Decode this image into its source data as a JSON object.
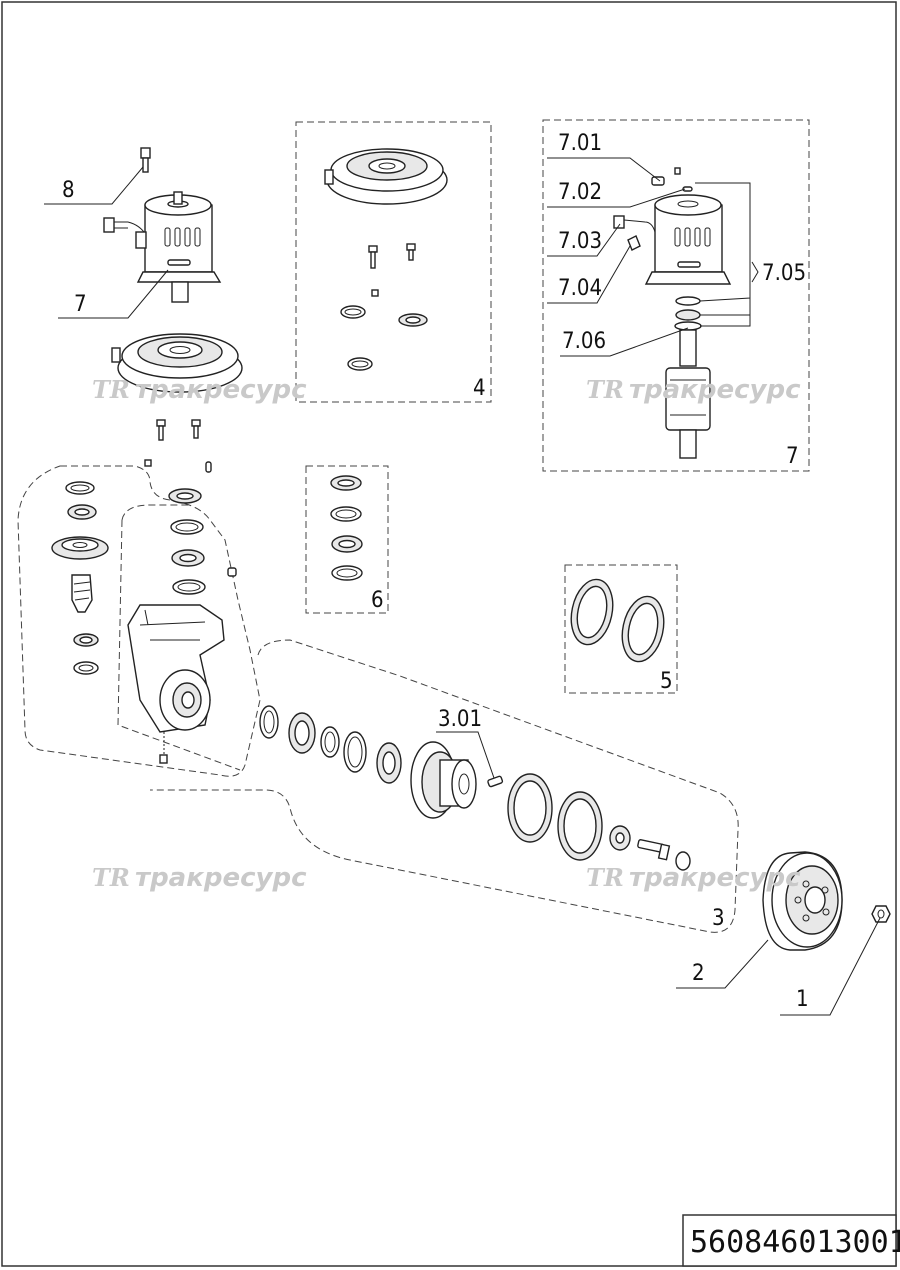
{
  "document_number": "560846013001",
  "watermark": {
    "logo": "TR",
    "text": "тракресурс"
  },
  "callouts": {
    "c1": "1",
    "c2": "2",
    "c3": "3",
    "c3_01": "3.01",
    "c4": "4",
    "c5": "5",
    "c6": "6",
    "c7_main": "7",
    "c7_box": "7",
    "c7_01": "7.01",
    "c7_02": "7.02",
    "c7_03": "7.03",
    "c7_04": "7.04",
    "c7_05": "7.05",
    "c7_06": "7.06",
    "c8": "8"
  }
}
